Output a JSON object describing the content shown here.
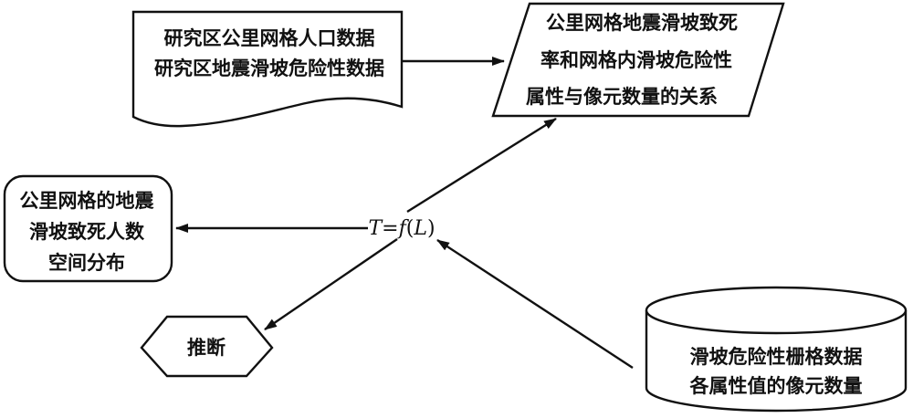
{
  "diagram": {
    "nodes": {
      "input_data": {
        "lines": [
          "研究区公里网格人口数据",
          "研究区地震滑坡危险性数据"
        ]
      },
      "relation": {
        "lines": [
          "公里网格地震滑坡致死",
          "率和网格内滑坡危险性",
          "属性与像元数量的关系"
        ]
      },
      "formula": {
        "t": "T",
        "eq": "=",
        "f": "f",
        "arg_open": "(",
        "l": "L",
        "arg_close": ")"
      },
      "output_distribution": {
        "lines": [
          "公里网格的地震",
          "滑坡致死人数",
          "空间分布"
        ]
      },
      "inference": {
        "label": "推断"
      },
      "raster_db": {
        "lines": [
          "滑坡危险性栅格数据",
          "各属性值的像元数量"
        ]
      }
    },
    "edges": [
      {
        "from": "input_data",
        "to": "relation"
      },
      {
        "from": "formula",
        "to": "relation"
      },
      {
        "from": "raster_db",
        "to": "formula"
      },
      {
        "from": "formula",
        "to": "output_distribution"
      },
      {
        "from": "formula",
        "to": "inference"
      }
    ]
  }
}
